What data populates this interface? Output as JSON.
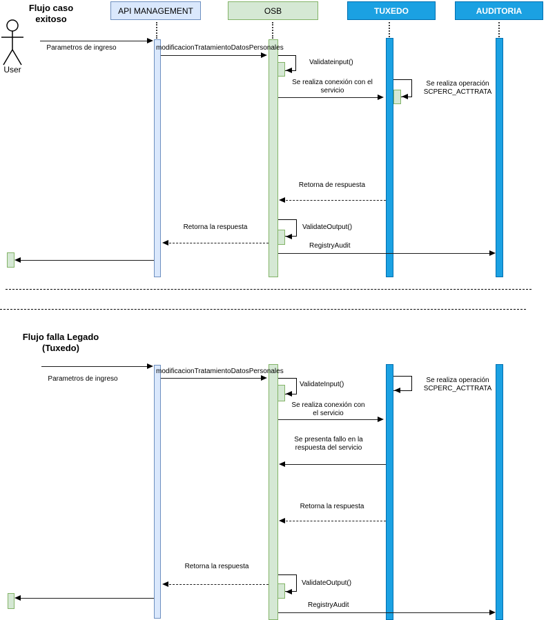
{
  "actors": {
    "user": "User",
    "api": "API MANAGEMENT",
    "osb": "OSB",
    "tuxedo": "TUXEDO",
    "auditoria": "AUDITORIA"
  },
  "colors": {
    "api_fill": "#dae8fc",
    "api_border": "#6c8ebf",
    "osb_fill": "#d5e8d4",
    "osb_border": "#82b366",
    "legacy_fill": "#1ba1e2",
    "legacy_border": "#006eaf"
  },
  "flow1": {
    "title": "Flujo caso exitoso",
    "m": {
      "params": "Parametros de ingreso",
      "modificacion": "modificacionTratamientoDatosPersonales",
      "validate_input": "Validateinput()",
      "conexion": "Se realiza conexión con el servicio",
      "operacion": "Se realiza operación SCPERC_ACTTRATA",
      "retorna_de": "Retorna de respuesta",
      "validate_output": "ValidateOutput()",
      "retorna_la": "Retorna la respuesta",
      "registry": "RegistryAudit"
    }
  },
  "flow2": {
    "title": "Flujo falla Legado (Tuxedo)",
    "m": {
      "params": "Parametros de ingreso",
      "modificacion": "modificacionTratamientoDatosPersonales",
      "validate_input": "ValidateInput()",
      "conexion": "Se realiza conexión con el servicio",
      "operacion": "Se realiza operación SCPERC_ACTTRATA",
      "fallo": "Se presenta fallo en la respuesta del servicio",
      "retorna_tux": "Retorna la respuesta",
      "retorna_api": "Retorna la respuesta",
      "validate_output": "ValidateOutput()",
      "registry": "RegistryAudit"
    }
  }
}
